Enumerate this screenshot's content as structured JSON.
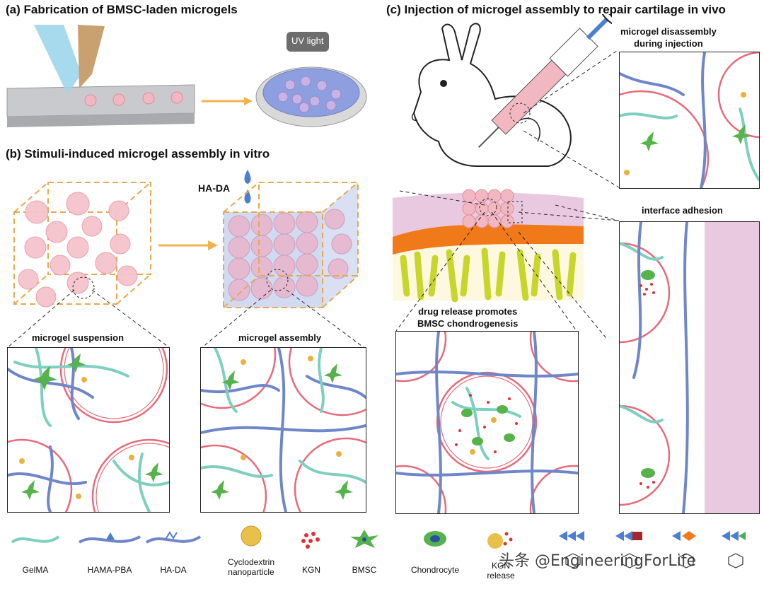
{
  "panels": {
    "a": {
      "title": "(a) Fabrication of BMSC-laden microgels",
      "uv_label": "UV light"
    },
    "b": {
      "title": "(b) Stimuli-induced microgel assembly in vitro",
      "hada_label": "HA-DA",
      "zoom1_label": "microgel suspension",
      "zoom2_label": "microgel assembly"
    },
    "c": {
      "title": "(c) Injection of microgel assembly to repair cartilage in vivo",
      "zoom_disassembly_label": "microgel disassembly\nduring injection",
      "zoom_adhesion_label": "interface adhesion",
      "zoom_release_label": "drug release promotes\nBMSC chondrogenesis"
    }
  },
  "legend": [
    {
      "label": "GelMA",
      "icon": "gelma-strand-icon"
    },
    {
      "label": "HAMA-PBA",
      "icon": "hama-pba-strand-icon"
    },
    {
      "label": "HA-DA",
      "icon": "ha-da-strand-icon"
    },
    {
      "label": "Cyclodextrin\nnanoparticle",
      "icon": "nanoparticle-icon"
    },
    {
      "label": "KGN",
      "icon": "kgn-dots-icon"
    },
    {
      "label": "BMSC",
      "icon": "bmsc-cell-icon"
    },
    {
      "label": "Chondrocyte",
      "icon": "chondrocyte-icon"
    },
    {
      "label": "KGN\nrelease",
      "icon": "kgn-release-icon"
    }
  ],
  "watermark": "头条 @EngineeringForLife",
  "colors": {
    "microgel": "#f2b8c2",
    "gelma": "#7ecfc0",
    "hama": "#6f86c9",
    "arrow": "#f0b24a",
    "box_dash": "#e8a850",
    "tissue": "#e9c9e0",
    "bone": "#c8d62b",
    "orange": "#f07a1a"
  }
}
